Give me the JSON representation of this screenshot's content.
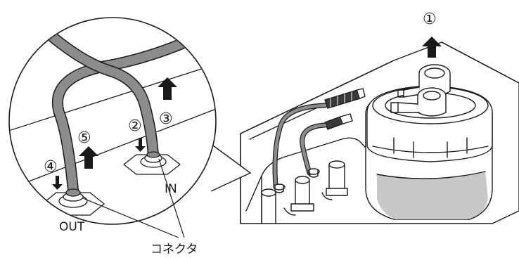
{
  "labels": {
    "step1": "①",
    "step2": "②",
    "step3": "③",
    "step4": "④",
    "step5": "⑤",
    "in": "IN",
    "out": "OUT",
    "connector": "コネクタ"
  },
  "colors": {
    "line": "#1a1a1a",
    "tube": "#8c8c8c",
    "tube_dark": "#5a5a5a",
    "shade": "#c8c8c8",
    "fill": "#ffffff"
  },
  "icons": {
    "arrow_up": "arrow-up-icon",
    "arrow_down": "arrow-down-icon"
  }
}
